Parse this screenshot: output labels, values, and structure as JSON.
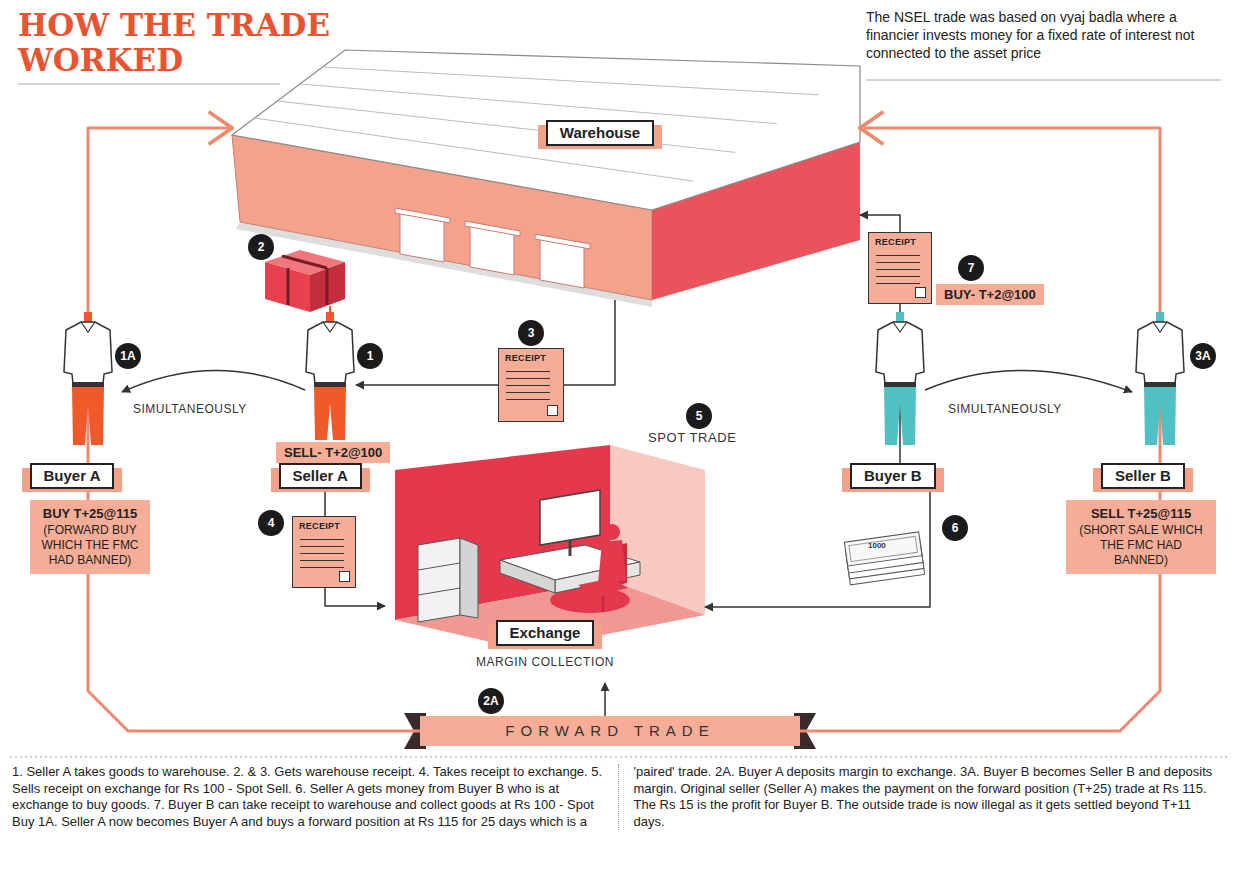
{
  "diagram": {
    "title": "HOW THE TRADE WORKED",
    "caption": "1. Seller A takes goods to warehouse. 2. & 3. Gets warehouse receipt. 4. Takes receipt to exchange. 5. Sells receipt on exchange for Rs 100 - Spot Sell. 6. Seller A gets money from Buyer B who is at exchange to buy goods. 7. Buyer B can take receipt to warehouse and collect goods at Rs 100 - Spot Buy 1A. Seller A now becomes Buyer A and buys a forward position at Rs 115 for 25 days which is a 'paired' trade. 2A. Buyer A deposits margin to exchange. 3A. Buyer B becomes Seller B and deposits margin. Original seller (Seller A) makes the payment on the forward position (T+25) trade at Rs 115. The Rs 15 is the profit for Buyer B. The outside trade is now illegal as it gets settled beyond T+11 days.",
    "nodes": [
      {
        "text": [
          "Warehouse"
        ]
      },
      {
        "text": [
          "RECEIPT"
        ]
      },
      {
        "text": [
          "BUY- T+2@100"
        ]
      },
      {
        "text": [
          "RECEIPT"
        ]
      },
      {
        "text": [
          "SELL- T+2@100"
        ]
      },
      {
        "text": [
          "Buyer A"
        ]
      },
      {
        "text": [
          "Seller A"
        ]
      },
      {
        "text": [
          "Buyer B"
        ]
      },
      {
        "text": [
          "Seller B"
        ]
      },
      {
        "text": [
          "BUY T+25@115",
          "(FORWARD BUY WHICH THE FMC HAD BANNED)"
        ]
      },
      {
        "text": [
          "SELL T+25@115",
          "(SHORT SALE WHICH THE FMC HAD BANNED)"
        ]
      },
      {
        "text": [
          "RECEIPT"
        ]
      },
      {
        "text": [
          "Exchange",
          "MARGIN COLLECTION"
        ]
      },
      {
        "text": [
          "FORWARD TRADE"
        ]
      }
    ],
    "edges": [
      {
        "from": 0,
        "to": 3,
        "arrow": "none"
      },
      {
        "from": 7,
        "to": 1,
        "arrow": "none"
      },
      {
        "from": 1,
        "to": 0,
        "arrow": "to"
      },
      {
        "from": 5,
        "to": 0,
        "arrow": "to"
      },
      {
        "from": 8,
        "to": 0,
        "arrow": "to"
      },
      {
        "from": 5,
        "to": 9,
        "arrow": "none"
      },
      {
        "from": 8,
        "to": 10,
        "arrow": "none"
      },
      {
        "from": 9,
        "to": 13,
        "arrow": "none"
      },
      {
        "from": 10,
        "to": 13,
        "arrow": "none"
      },
      {
        "from": 6,
        "to": 11,
        "arrow": "none"
      },
      {
        "from": 11,
        "to": 12,
        "arrow": "to"
      },
      {
        "from": 7,
        "to": 12,
        "arrow": "to"
      },
      {
        "from": 13,
        "to": 12,
        "arrow": "to"
      }
    ],
    "labels": [
      "The NSEL trade was based on vyaj badla where a financier invests money for a fixed rate of interest not connected to the asset price",
      "2",
      "7",
      "1A",
      "1",
      "3",
      "3A",
      "SIMULTANEOUSLY",
      "SIMULTANEOUSLY",
      "5",
      "SPOT TRADE",
      "4",
      "6",
      "1000",
      "2A"
    ]
  }
}
